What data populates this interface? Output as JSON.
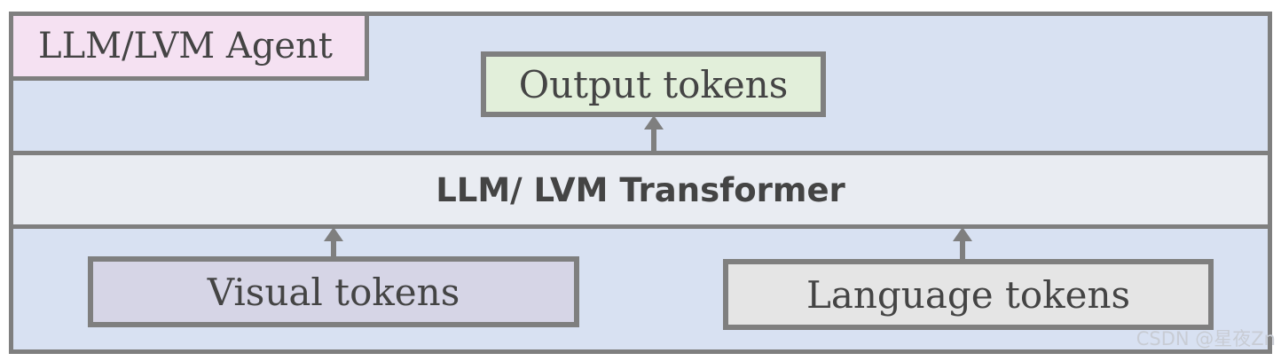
{
  "diagram": {
    "agent_label": "LLM/LVM Agent",
    "output_label": "Output tokens",
    "transformer_label": "LLM/ LVM Transformer",
    "visual_label": "Visual tokens",
    "language_label": "Language tokens"
  },
  "watermark": "CSDN @星夜Zn",
  "colors": {
    "frame": "#d8e1f2",
    "agent_label": "#f5e1f2",
    "output": "#e2efda",
    "transformer": "#e9ecf2",
    "visual": "#d6d5e6",
    "language": "#e5e5e5",
    "border": "#7f7f7f"
  }
}
